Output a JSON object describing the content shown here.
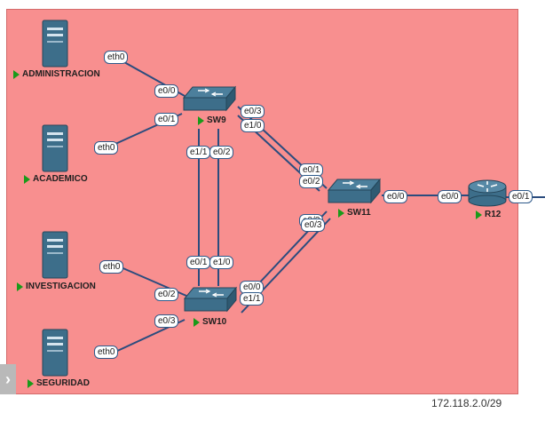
{
  "devices": {
    "pc1": "ADMINISTRACION",
    "pc2": "ACADEMICO",
    "pc3": "INVESTIGACION",
    "pc4": "SEGURIDAD",
    "sw9": "SW9",
    "sw10": "SW10",
    "sw11": "SW11",
    "r12": "R12"
  },
  "ports": {
    "pc1_eth0": "eth0",
    "sw9_e00": "e0/0",
    "pc2_eth0": "eth0",
    "sw9_e01": "e0/1",
    "sw9_e03": "e0/3",
    "sw9_e10": "e1/0",
    "sw9_e11": "e1/1",
    "sw9_e02": "e0/2",
    "sw10_e01": "e0/1",
    "sw10_e10": "e1/0",
    "pc3_eth0": "eth0",
    "sw10_e02": "e0/2",
    "pc4_eth0": "eth0",
    "sw10_e03": "e0/3",
    "sw10_e00": "e0/0",
    "sw10_e11": "e1/1",
    "sw11_e01": "e0/1",
    "sw11_e02": "e0/2",
    "sw11_e03a": "e0/3",
    "sw11_e03b": "e0/3",
    "sw11_e00": "e0/0",
    "r12_e00": "e0/0",
    "r12_e01": "e0/1"
  },
  "subnet_label": "172.118.2.0/29",
  "colors": {
    "zone": "#f88f8f",
    "link": "#2b4c7e",
    "device": "#3d6e8a",
    "status": "#1a9a1a"
  },
  "icons": {
    "pc": "server-tower-icon",
    "switch": "switch-icon",
    "router": "router-icon",
    "status": "status-triangle-icon",
    "expander": "chevron-right-icon"
  }
}
